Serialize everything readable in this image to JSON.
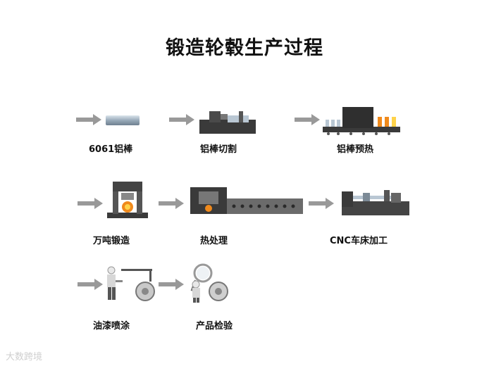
{
  "title": "锻造轮毂生产过程",
  "steps": [
    {
      "label": "6061铝棒"
    },
    {
      "label": "铝棒切割"
    },
    {
      "label": "铝棒预热"
    },
    {
      "label": "万吨锻造"
    },
    {
      "label": "热处理"
    },
    {
      "label": "CNC车床加工"
    },
    {
      "label": "油漆喷涂"
    },
    {
      "label": "产品检验"
    }
  ],
  "watermark": "大数跨境",
  "colors": {
    "arrow": "#999999",
    "machine_dark": "#3a3a3a",
    "machine_mid": "#6b6b6b",
    "steel_light": "#b9c7d3",
    "heat_orange": "#f08a1c",
    "heat_yellow": "#ffd34a"
  }
}
